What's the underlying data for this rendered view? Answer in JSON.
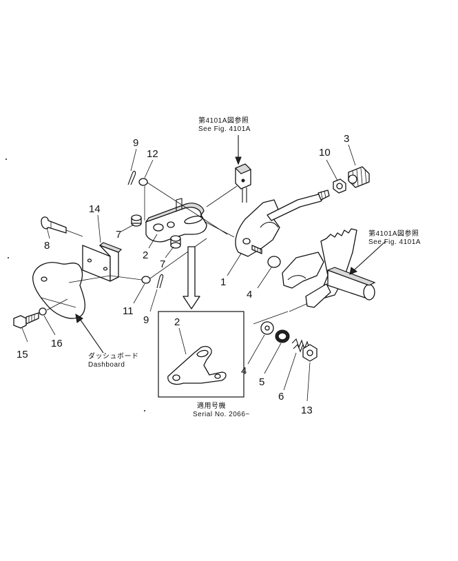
{
  "callouts": {
    "n1": "1",
    "n2": "2",
    "n3": "3",
    "n4a": "4",
    "n4b": "4",
    "n5": "5",
    "n6": "6",
    "n7a": "7",
    "n7b": "7",
    "n8": "8",
    "n9a": "9",
    "n9b": "9",
    "n10": "10",
    "n11": "11",
    "n12": "12",
    "n13": "13",
    "n14": "14",
    "n15": "15",
    "n16": "16",
    "n2inset": "2"
  },
  "notes": {
    "see_top_jp": "第4101A図参照",
    "see_top_en": "See  Fig.  4101A",
    "see_right_jp": "第4101A図参照",
    "see_right_en": "See  Fig.  4101A",
    "dashboard_jp": "ダッシュボード",
    "dashboard_en": "Dashboard",
    "serial_jp": "適用号機",
    "serial_en": "Serial  No.  2066~"
  }
}
